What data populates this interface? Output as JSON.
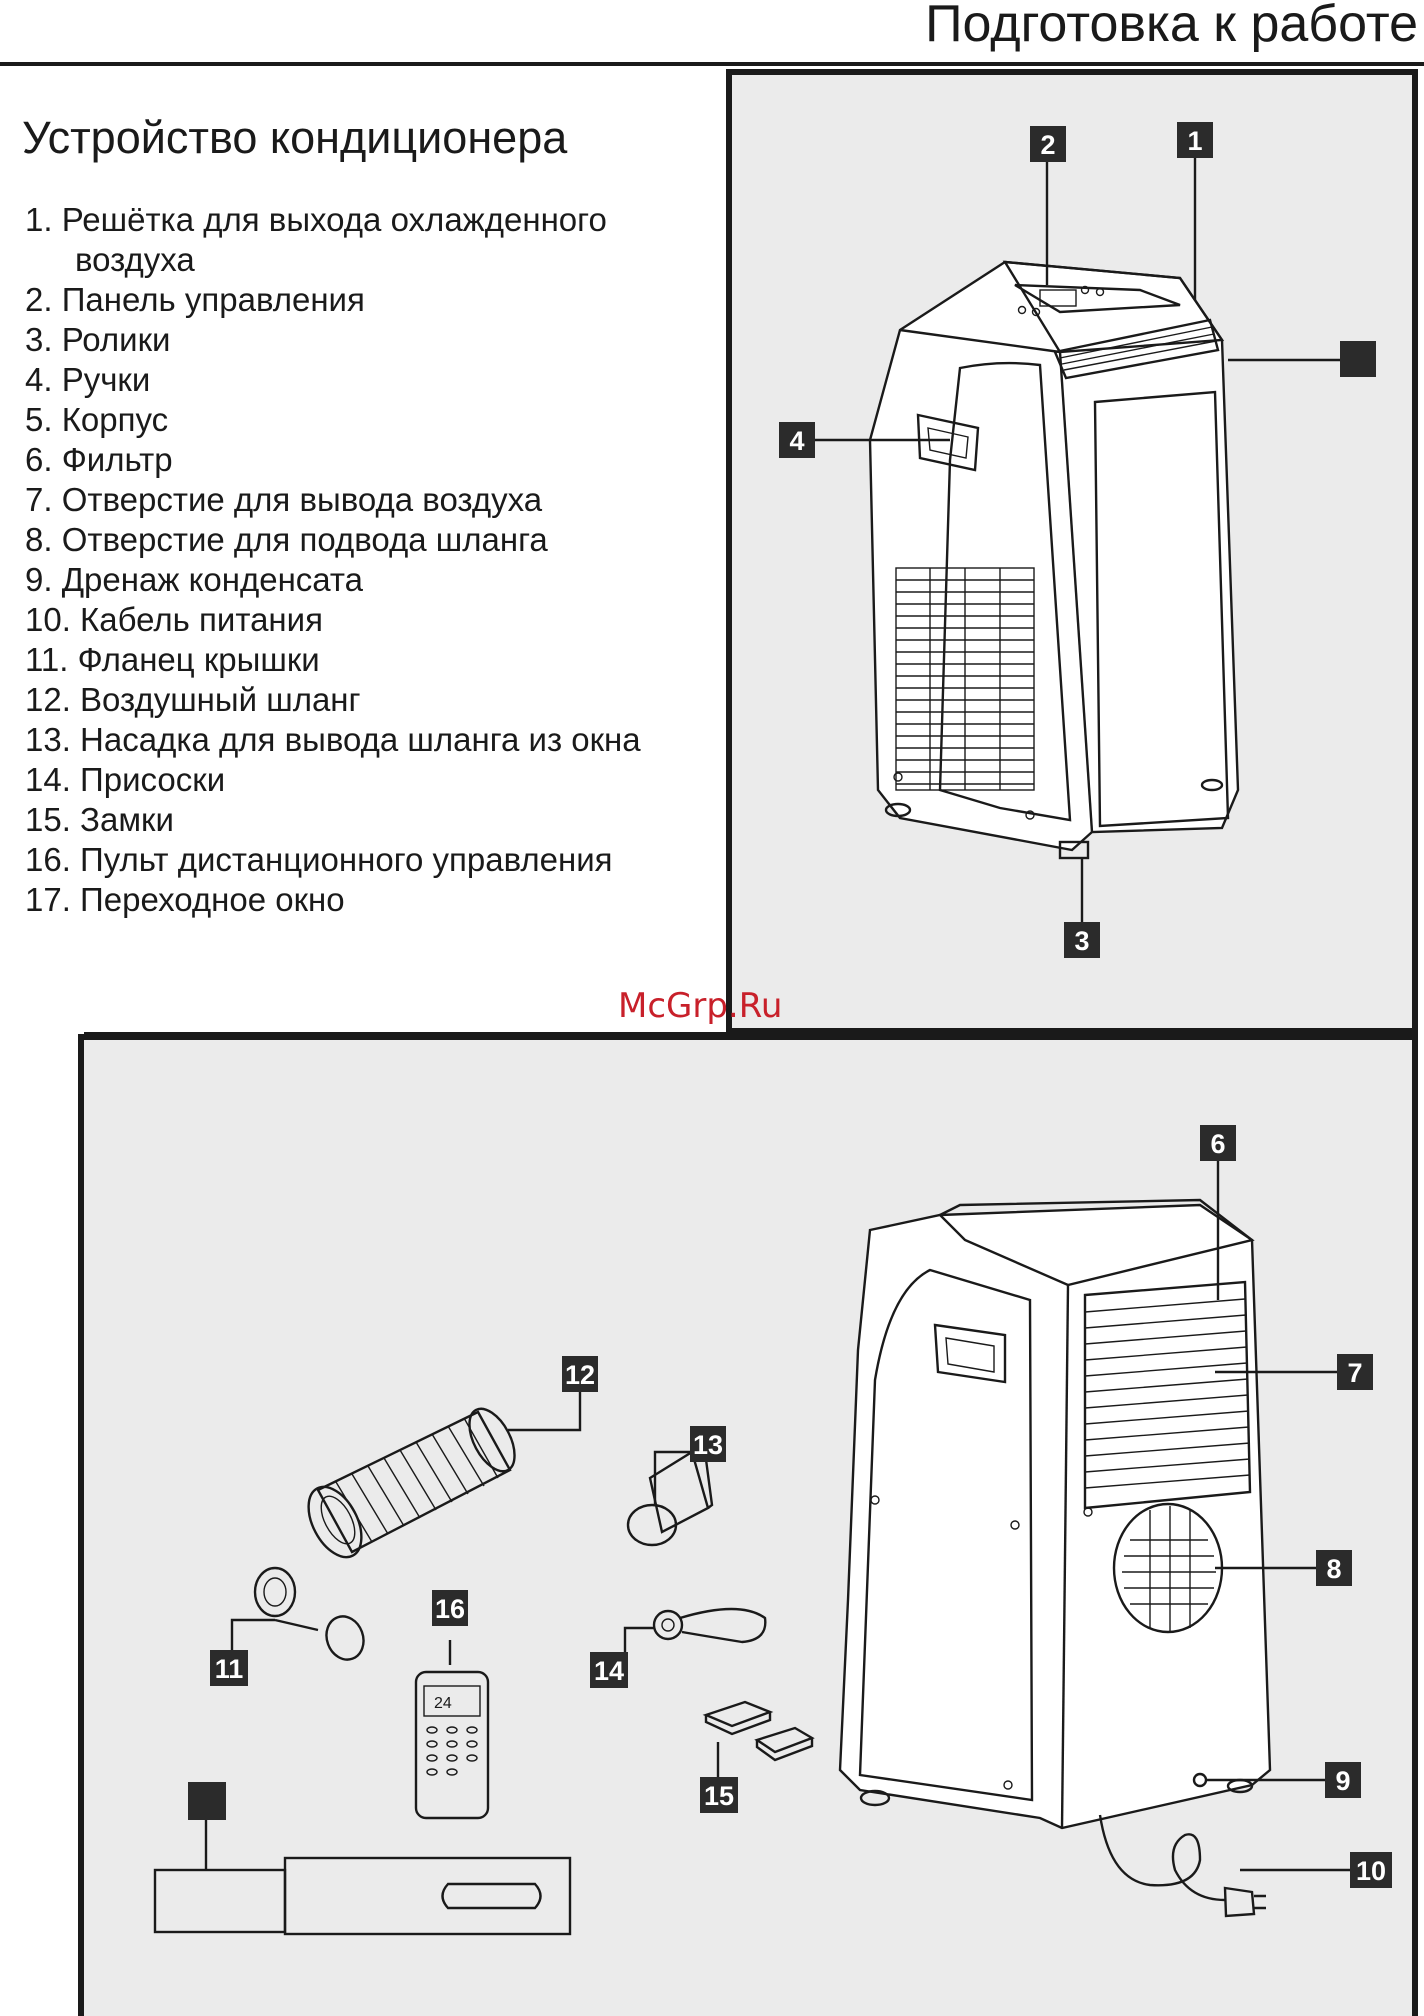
{
  "header": {
    "title": "Подготовка к работе"
  },
  "section": {
    "title": "Устройство кондиционера"
  },
  "parts": [
    {
      "num": "1.",
      "label": "Решётка для выхода охлажденного",
      "cont": "воздуха"
    },
    {
      "num": "2.",
      "label": "Панель управления"
    },
    {
      "num": "3.",
      "label": "Ролики"
    },
    {
      "num": "4.",
      "label": "Ручки"
    },
    {
      "num": "5.",
      "label": "Корпус"
    },
    {
      "num": "6.",
      "label": "Фильтр"
    },
    {
      "num": "7.",
      "label": "Отверстие для вывода воздуха"
    },
    {
      "num": "8.",
      "label": "Отверстие для подвода шланга"
    },
    {
      "num": "9.",
      "label": "Дренаж конденсата"
    },
    {
      "num": "10.",
      "label": "Кабель питания"
    },
    {
      "num": "11.",
      "label": "Фланец крышки"
    },
    {
      "num": "12.",
      "label": "Воздушный шланг"
    },
    {
      "num": "13.",
      "label": "Насадка для вывода шланга из окна"
    },
    {
      "num": "14.",
      "label": "Присоски"
    },
    {
      "num": "15.",
      "label": "Замки"
    },
    {
      "num": "16.",
      "label": "Пульт дистанционного управления"
    },
    {
      "num": "17.",
      "label": "Переходное окно"
    }
  ],
  "diagram_labels": {
    "t1": "1",
    "t2": "2",
    "t3": "3",
    "t4": "4",
    "t6": "6",
    "t7": "7",
    "t8": "8",
    "t9": "9",
    "t10": "10",
    "t11": "11",
    "t12": "12",
    "t13": "13",
    "t14": "14",
    "t15": "15",
    "t16": "16"
  },
  "remote_display": "24",
  "watermark": "McGrp.Ru",
  "colors": {
    "panel_bg": "#ebebeb",
    "border": "#1a1a1a",
    "tag_bg": "#2b2b2b",
    "watermark": "#c8202a"
  }
}
